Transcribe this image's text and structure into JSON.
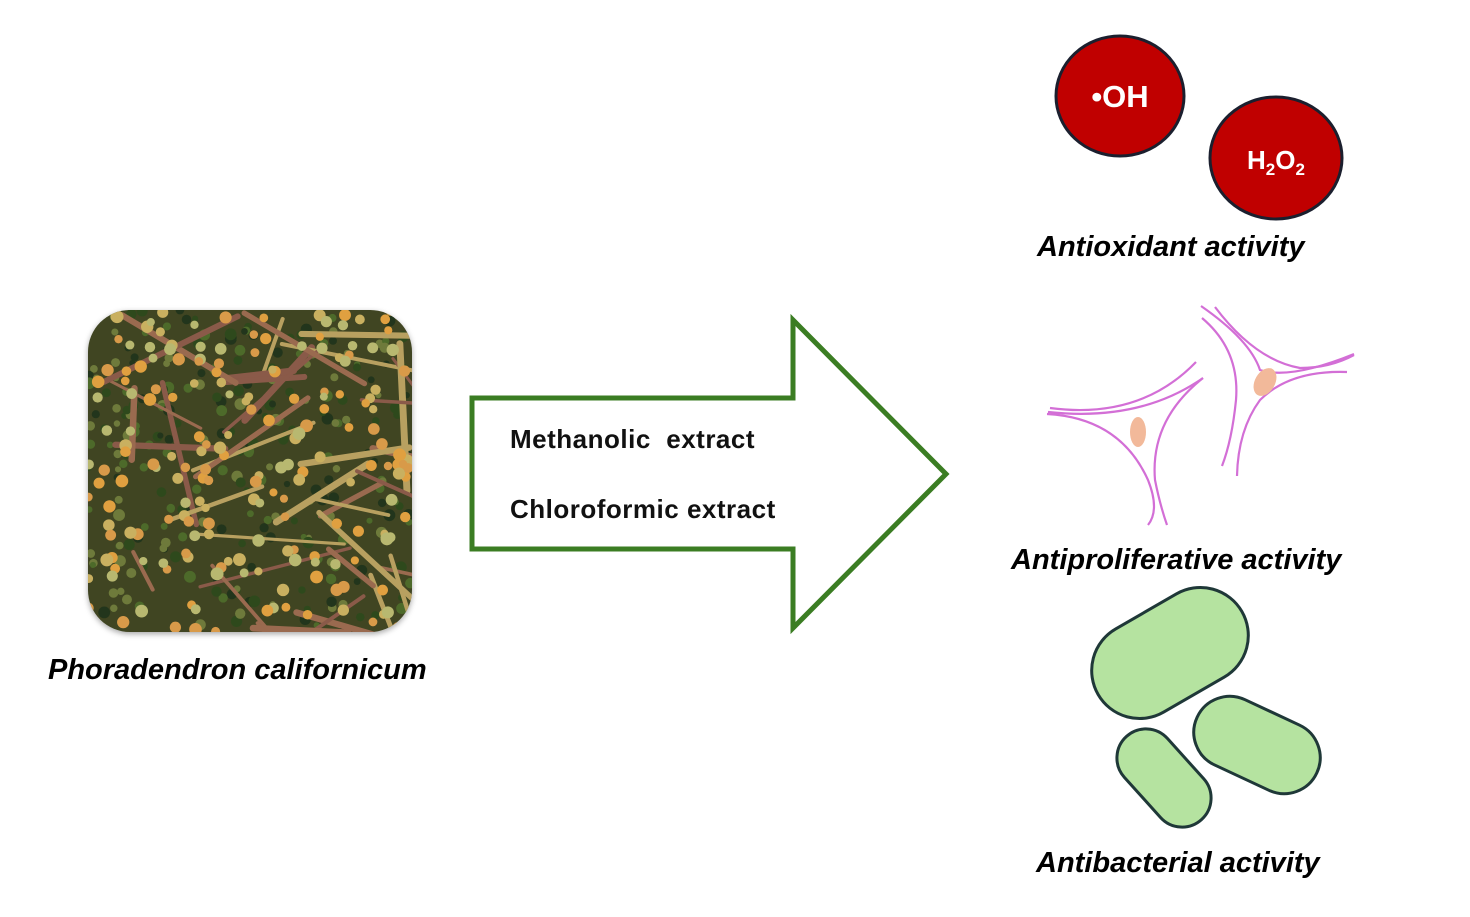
{
  "plant": {
    "name": "Phoradendron californicum",
    "photo": "mistletoe-berries-photo"
  },
  "extracts": {
    "methanolic": "Methanolic  extract",
    "chloroformic": "Chloroformic extract"
  },
  "activities": {
    "antioxidant": {
      "label": "Antioxidant activity",
      "radical_1": "•OH",
      "radical_2_main": "H",
      "radical_2_sub1": "2",
      "radical_2_o": "O",
      "radical_2_sub2": "2"
    },
    "antiproliferative": {
      "label": "Antiproliferative activity"
    },
    "antibacterial": {
      "label": "Antibacterial activity"
    }
  },
  "colors": {
    "arrow": "#3b7d23",
    "radical": "#c00000",
    "cell": "#d36fd6",
    "nucleus": "#f2b99a",
    "bacteria": "#b5e3a0"
  }
}
